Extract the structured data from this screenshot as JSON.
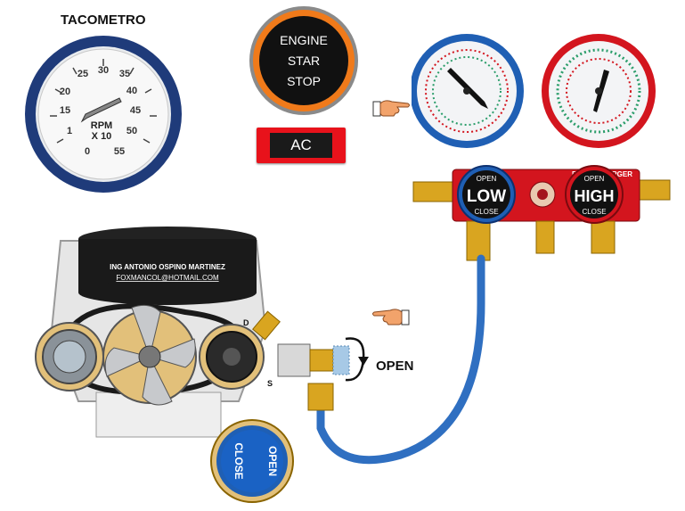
{
  "tachometer": {
    "title": "TACOMETRO",
    "ticks": [
      "0",
      "1",
      "15",
      "20",
      "25",
      "30",
      "35",
      "40",
      "45",
      "50",
      "55"
    ],
    "unit_line1": "RPM",
    "unit_line2": "X 10"
  },
  "engine_button": {
    "line1": "ENGINE",
    "line2": "STAR",
    "line3": "STOP"
  },
  "ac_button": {
    "label": "AC"
  },
  "manifold": {
    "brand": "ROTHENBERGER",
    "low": {
      "label": "LOW",
      "open": "OPEN",
      "close": "CLOSE"
    },
    "high": {
      "label": "HIGH",
      "open": "OPEN",
      "close": "CLOSE"
    }
  },
  "compressor": {
    "credit_name": "ING ANTONIO OSPINO MARTINEZ",
    "credit_email": "FOXMANCOL@HOTMAIL.COM",
    "port_d": "D",
    "port_s": "S"
  },
  "valve": {
    "open_label": "OPEN",
    "knob_open": "OPEN",
    "knob_close": "CLOSE"
  },
  "colors": {
    "low_side": "#1f5fb4",
    "high_side": "#d3151e",
    "hose": "#2f6fc1",
    "brass": "#d9a520",
    "engine_button_ring": "#f07a1a"
  },
  "icons": [
    "pointing-hand-icon",
    "rotate-arrow-icon"
  ]
}
